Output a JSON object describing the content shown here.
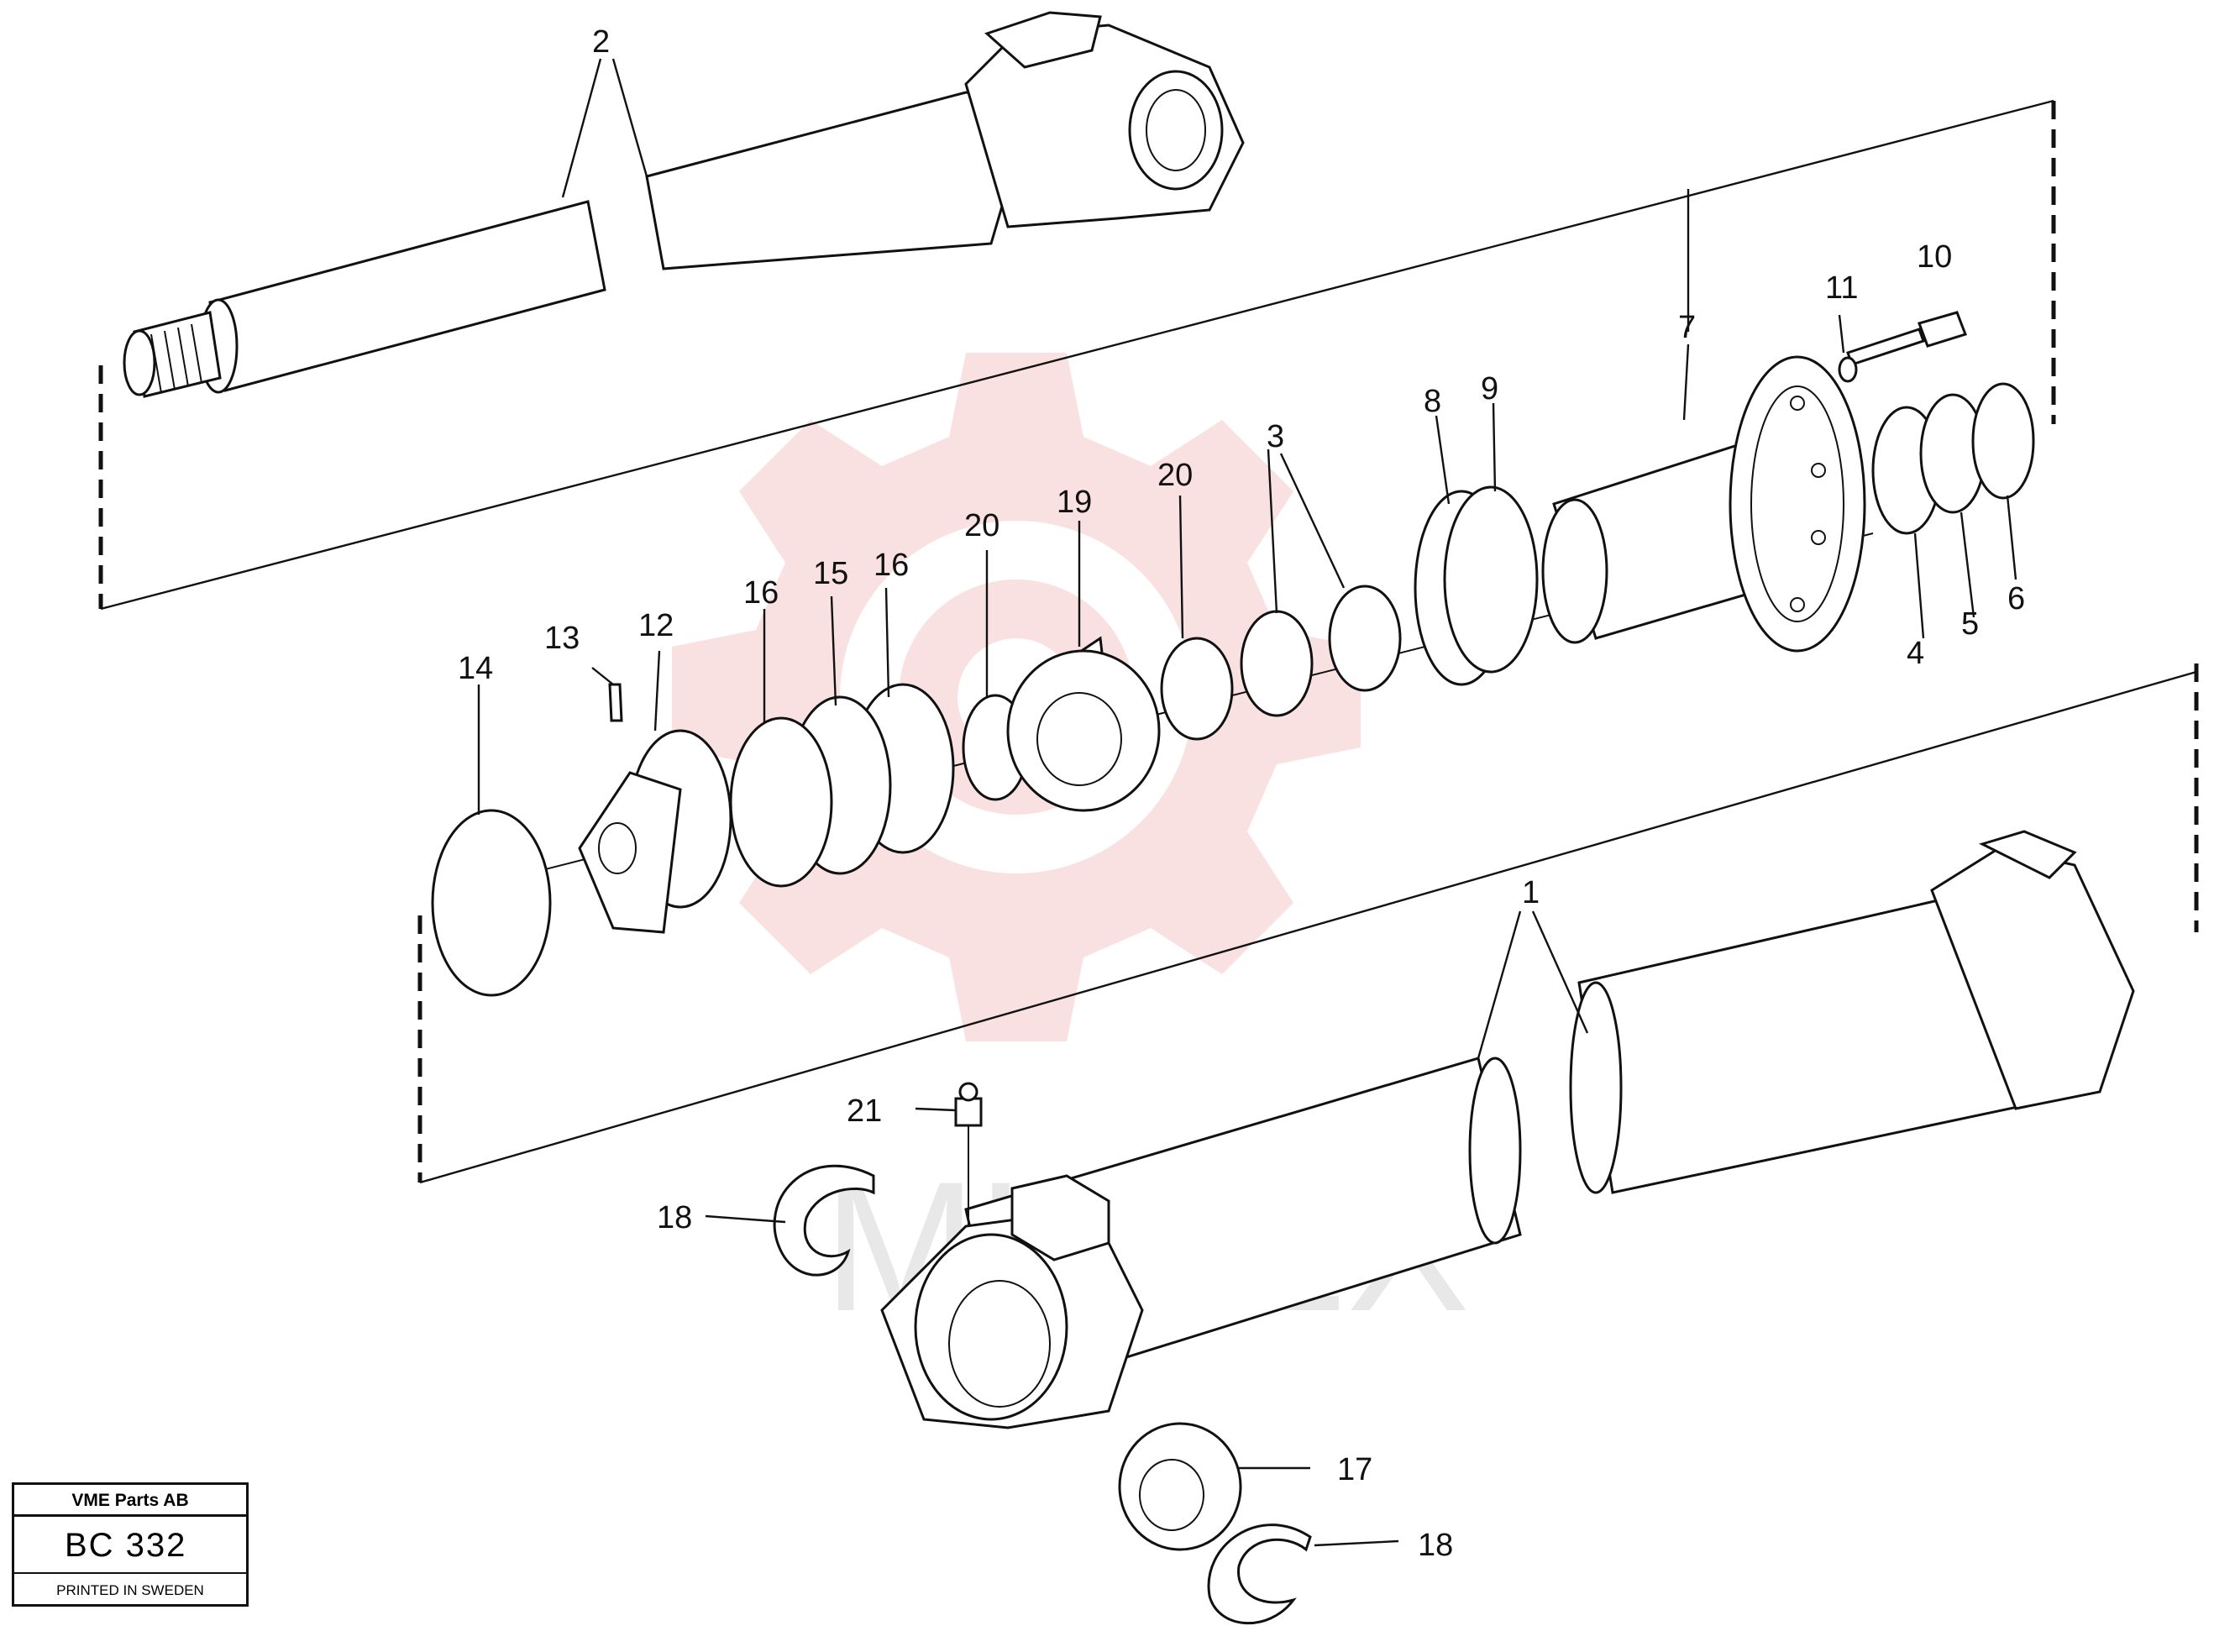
{
  "watermark": {
    "text": "MHTEX",
    "gear_color": "#f6c9c9",
    "text_color": "#d9d9d9"
  },
  "titlebox": {
    "company": "VME Parts AB",
    "code": "BC 332",
    "printed": "PRINTED IN SWEDEN"
  },
  "callouts": [
    {
      "id": "c1",
      "label": "1"
    },
    {
      "id": "c2",
      "label": "2"
    },
    {
      "id": "c3",
      "label": "3"
    },
    {
      "id": "c4",
      "label": "4"
    },
    {
      "id": "c5",
      "label": "5"
    },
    {
      "id": "c6",
      "label": "6"
    },
    {
      "id": "c7",
      "label": "7"
    },
    {
      "id": "c8",
      "label": "8"
    },
    {
      "id": "c9",
      "label": "9"
    },
    {
      "id": "c10",
      "label": "10"
    },
    {
      "id": "c11",
      "label": "11"
    },
    {
      "id": "c12",
      "label": "12"
    },
    {
      "id": "c13",
      "label": "13"
    },
    {
      "id": "c14",
      "label": "14"
    },
    {
      "id": "c15",
      "label": "15"
    },
    {
      "id": "c16a",
      "label": "16"
    },
    {
      "id": "c16b",
      "label": "16"
    },
    {
      "id": "c17",
      "label": "17"
    },
    {
      "id": "c18a",
      "label": "18"
    },
    {
      "id": "c18b",
      "label": "18"
    },
    {
      "id": "c19",
      "label": "19"
    },
    {
      "id": "c20a",
      "label": "20"
    },
    {
      "id": "c20b",
      "label": "20"
    },
    {
      "id": "c21",
      "label": "21"
    }
  ]
}
